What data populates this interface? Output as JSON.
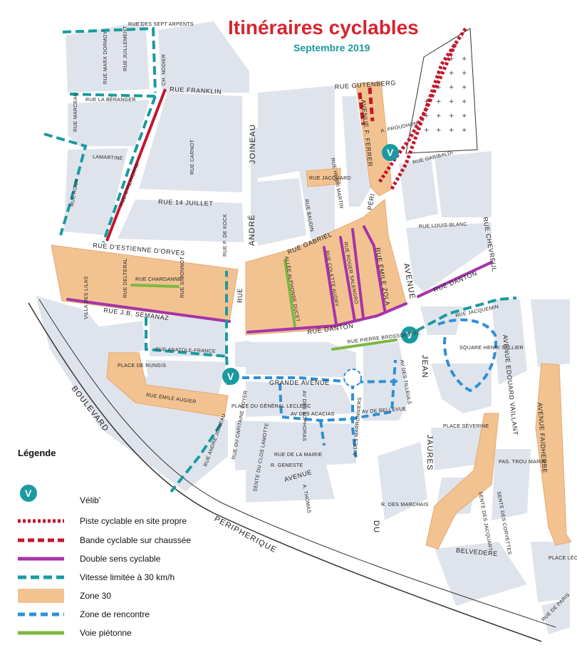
{
  "title": "Itinéraires cyclables",
  "subtitle": "Septembre 2019",
  "colors": {
    "title": "#d7242f",
    "subtitle": "#1a9aa0",
    "block": "#dfe4ec",
    "site_propre": "#c3172d",
    "bande": "#c3172d",
    "double_sens": "#a534a9",
    "vitesse_30": "#1a9aa0",
    "zone_30": "#f2c391",
    "zone_rencontre": "#2f8fd6",
    "voie_pietonne": "#7db843"
  },
  "legend": {
    "heading": "Légende",
    "items": [
      {
        "key": "velib",
        "label": "Vélib’"
      },
      {
        "key": "site_propre",
        "label": "Piste cyclable en site propre"
      },
      {
        "key": "bande",
        "label": "Bande cyclable sur chaussée"
      },
      {
        "key": "double_sens",
        "label": "Double sens cyclable"
      },
      {
        "key": "vitesse_30",
        "label": "Vitesse limitée à 30 km/h"
      },
      {
        "key": "zone_30",
        "label": "Zone 30"
      },
      {
        "key": "zone_rencontre",
        "label": "Zone de rencontre"
      },
      {
        "key": "voie_pietonne",
        "label": "Voie piétonne"
      }
    ]
  },
  "velib_symbol": "V",
  "streets": {
    "sept_arpents": "RUE DES SEPT ARPENTS",
    "franklin": "RUE FRANKLIN",
    "gutenberg": "RUE GUTENBERG",
    "lamartine": "LAMARTINE",
    "stalingrad": "RUE STALINGRAD",
    "carnot": "RUE CARNOT",
    "joineau": "JOINEAU",
    "andre": "ANDRÉ",
    "rue_joineau": "RUE",
    "quatorze_juillet": "RUE 14 JUILLET",
    "estienne": "RUE D'ESTIENNE D'ORVES",
    "p_de_kock": "RUE P. DE KOCK",
    "delteral": "RUE DELTERAL",
    "chardanne": "RUE CHARDANNE",
    "simonnot": "RUE SIMONNOT",
    "semanaz": "RUE J.B. SEMANAZ",
    "anatole": "RUE ANATOLE-FRANCE",
    "lilas": "VILLA DES LILAS",
    "rue_andre": "RUE",
    "gabriel": "RUE GABRIEL",
    "peri": "PÉRI",
    "alphonse": "ALLÉE ALPHONSE DUCET",
    "colette": "RUE COLETTE AUDRY",
    "roger": "RUE ROGER SALENGRO",
    "emile_zola": "RUE ÉMILE ZOLA",
    "danton": "RUE DANTON",
    "brossolette": "RUE PIERRE BROSSOLETTE",
    "avenue_ferrer": "AVENUE F. FERRER",
    "proudhon": "A. PROUDHON",
    "garibaldi": "RUE GARIBALDI",
    "louis_blanc": "RUE LOUIS-BLANC",
    "chevreul": "RUE CHEVREUL",
    "rue_danton_east": "RUE DANTON",
    "jacquard": "RUE JACQUARD",
    "baudin": "RUE BAUDIN",
    "henri_martin": "RUE HENRI MARTIN",
    "marceau": "RUE MARCEAU",
    "roux": "RUE ROUX",
    "marx_dormoy": "RUE MARX DORMOY",
    "juilllement": "RUE JUILLEMENT",
    "rue_label": "RUE",
    "ch_nodier": "CH. NODIER",
    "labe": "RUE LA BÉRANGER",
    "grande_avenue": "GRANDE AVENUE",
    "acacias": "AV DES ACACIAS",
    "bellevue": "AV DE BELLEVUE",
    "sophoras": "AV DES SOPHORAS",
    "marronniers": "A. DES MARRONNIERS",
    "tilleuls": "AV DES TILLEULS",
    "jean": "JEAN",
    "jaures": "JAURES",
    "avenue_main": "AVENUE",
    "du": "DU",
    "jacquemin": "RUE JACQUEMIN",
    "square": "SQUARE HENRI SELLIER",
    "edouard": "AVENUE EDOUARD VAILLANT",
    "faidherbe": "AVENUE FAIDHERBE",
    "place_severine": "PLACE SÉVERINE",
    "belvedere": "BELVEDERE",
    "place_leon_blum": "PLACE LÉON BLUM",
    "rue_de_paris": "RUE DE PARIS",
    "boulevard": "BOULEVARD",
    "peripherique": "PERIPHERIQUE",
    "place_general": "PLACE DU GÉNÉRAL LECLERC",
    "place_rungis": "PLACE DE RUNGIS",
    "emile_augier": "RUE ÉMILE AUGIER",
    "st_marchais": "R. DES MARCHAIS",
    "a_thomas": "A. THOMAS",
    "avenue_south": "AVENUE",
    "rue_andre_joineau": "RUE ANDRÉ JOINEAU",
    "sente_corvettes": "SENTE DES CORVETTES",
    "rue_trou_marin": "PAS. TROU MARIN",
    "rue_capitaine": "RUE DU CAPITAINE SOYER",
    "rue_clos_lamotte": "SENTE DU CLOS LAMOTTE",
    "rue_gruyere": "RUE DE LA MAIRIE",
    "ancienne_mairie": "R. GENESTE",
    "sente_jacquart": "SENTE DES JACQUART"
  }
}
